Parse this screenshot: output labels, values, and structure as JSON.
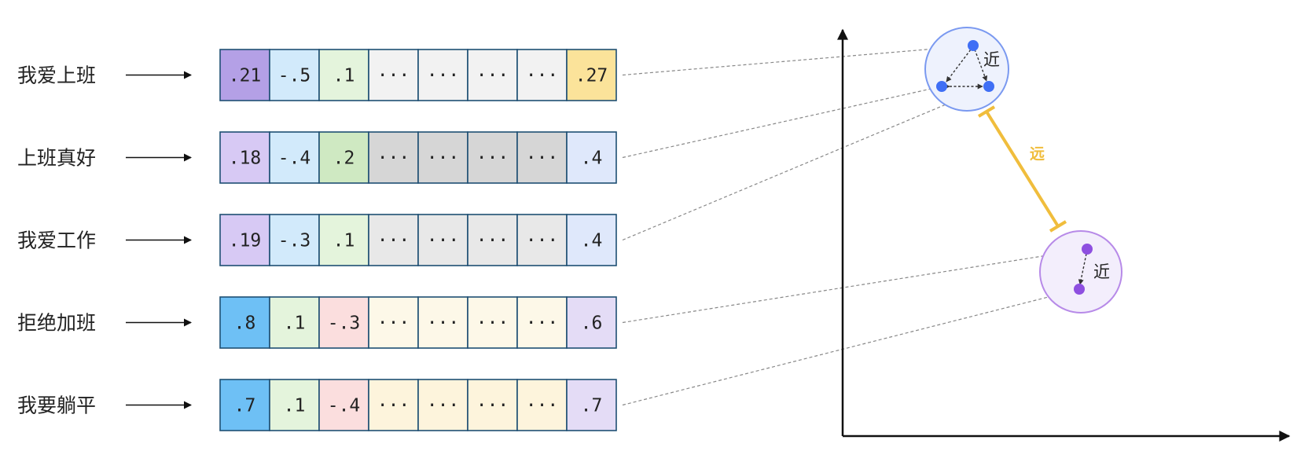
{
  "colors": {
    "border": "#1e4f73",
    "far_line": "#f0bd3c",
    "cluster_a_point": "#3f6ff5",
    "cluster_a_circle": "#7a99f0",
    "cluster_a_fill": "#eef2fd",
    "cluster_b_point": "#8e4fe0",
    "cluster_b_circle": "#b78ae8",
    "cluster_b_fill": "#f3eefc"
  },
  "rows": [
    {
      "label": "我爱上班",
      "cells": [
        {
          "text": ".21",
          "color": "#b4a0e6"
        },
        {
          "text": "-.5",
          "color": "#d2eafb"
        },
        {
          "text": ".1",
          "color": "#e4f4dc"
        },
        {
          "text": "···",
          "color": "#f2f2f2"
        },
        {
          "text": "···",
          "color": "#f2f2f2"
        },
        {
          "text": "···",
          "color": "#f2f2f2"
        },
        {
          "text": "···",
          "color": "#f2f2f2"
        },
        {
          "text": ".27",
          "color": "#fbe39a"
        }
      ]
    },
    {
      "label": "上班真好",
      "cells": [
        {
          "text": ".18",
          "color": "#d7c9f4"
        },
        {
          "text": "-.4",
          "color": "#d2eafb"
        },
        {
          "text": ".2",
          "color": "#cfe9c2"
        },
        {
          "text": "···",
          "color": "#d6d6d6"
        },
        {
          "text": "···",
          "color": "#d6d6d6"
        },
        {
          "text": "···",
          "color": "#d6d6d6"
        },
        {
          "text": "···",
          "color": "#d6d6d6"
        },
        {
          "text": ".4",
          "color": "#dfe8fb"
        }
      ]
    },
    {
      "label": "我爱工作",
      "cells": [
        {
          "text": ".19",
          "color": "#d7c9f4"
        },
        {
          "text": "-.3",
          "color": "#d2eafb"
        },
        {
          "text": ".1",
          "color": "#e4f4dc"
        },
        {
          "text": "···",
          "color": "#e8e8e8"
        },
        {
          "text": "···",
          "color": "#e8e8e8"
        },
        {
          "text": "···",
          "color": "#e8e8e8"
        },
        {
          "text": "···",
          "color": "#e8e8e8"
        },
        {
          "text": ".4",
          "color": "#dfe8fb"
        }
      ]
    },
    {
      "label": "拒绝加班",
      "cells": [
        {
          "text": ".8",
          "color": "#6ec0f5"
        },
        {
          "text": ".1",
          "color": "#e4f4dc"
        },
        {
          "text": "-.3",
          "color": "#fbdede"
        },
        {
          "text": "···",
          "color": "#fdf8e8"
        },
        {
          "text": "···",
          "color": "#fdf8e8"
        },
        {
          "text": "···",
          "color": "#fdf8e8"
        },
        {
          "text": "···",
          "color": "#fdf8e8"
        },
        {
          "text": ".6",
          "color": "#e4dcf6"
        }
      ]
    },
    {
      "label": "我要躺平",
      "cells": [
        {
          "text": ".7",
          "color": "#6ec0f5"
        },
        {
          "text": ".1",
          "color": "#e4f4dc"
        },
        {
          "text": "-.4",
          "color": "#fbdede"
        },
        {
          "text": "···",
          "color": "#fdf4dc"
        },
        {
          "text": "···",
          "color": "#fdf4dc"
        },
        {
          "text": "···",
          "color": "#fdf4dc"
        },
        {
          "text": "···",
          "color": "#fdf4dc"
        },
        {
          "text": ".7",
          "color": "#e4dcf6"
        }
      ]
    }
  ],
  "labels": {
    "near_a": "近",
    "near_b": "近",
    "far": "远"
  }
}
